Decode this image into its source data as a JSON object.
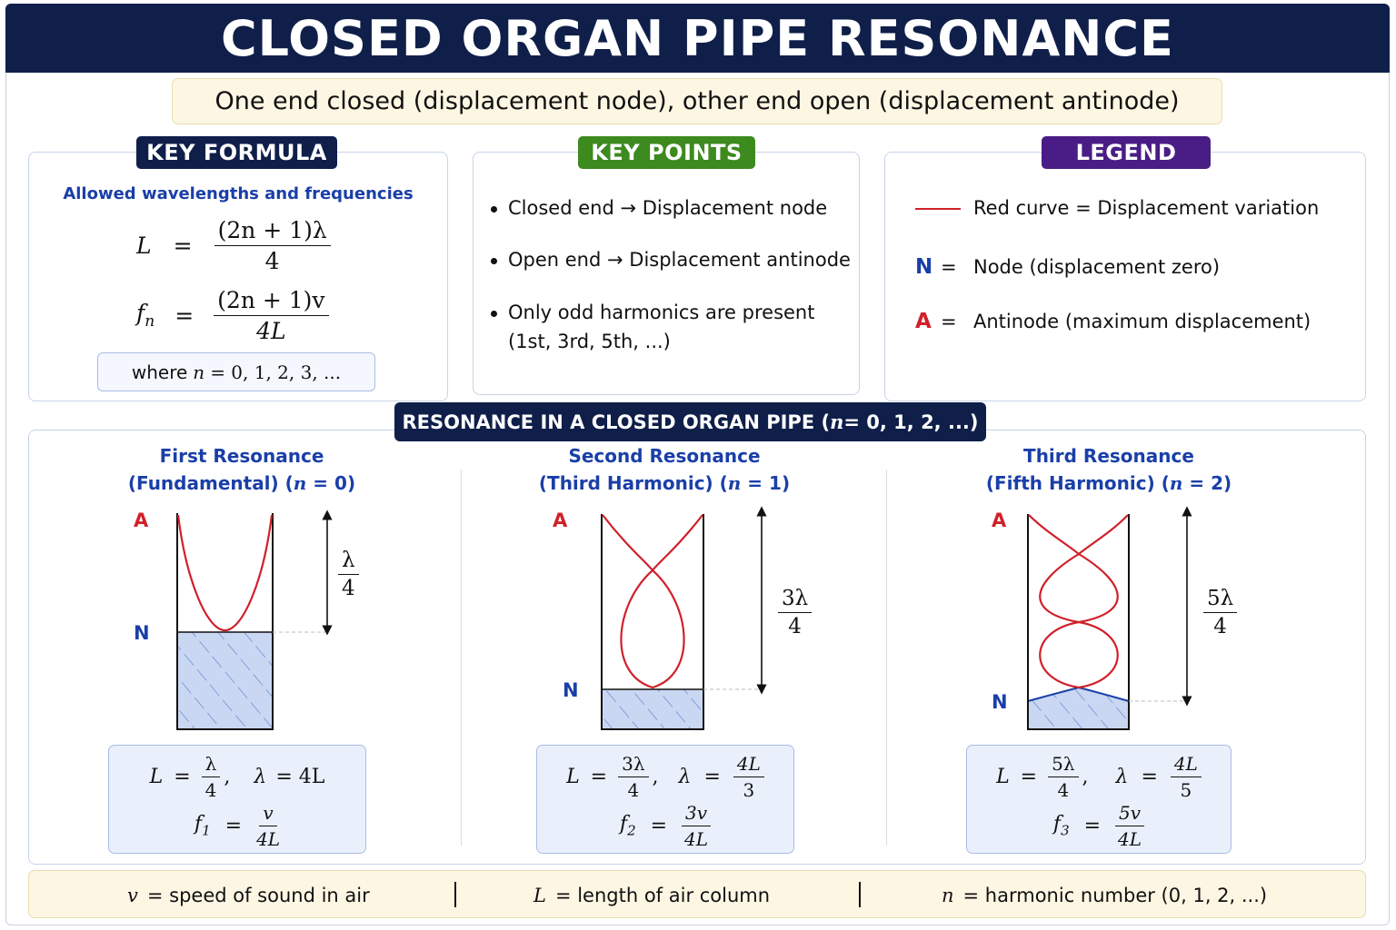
{
  "title": "CLOSED ORGAN PIPE RESONANCE",
  "subtitle": "One end closed (displacement node), other end open (displacement antinode)",
  "key_formula": {
    "heading": "KEY FORMULA",
    "caption": "Allowed wavelengths and frequencies",
    "eq1": {
      "lhs": "L",
      "num": "(2n + 1)λ",
      "den": "4"
    },
    "eq2": {
      "lhs": "f",
      "sub": "n",
      "num": "(2n + 1)v",
      "den": "4L"
    },
    "where_label": "where",
    "where_var": "n",
    "where_values": "= 0, 1, 2, 3, ..."
  },
  "key_points": {
    "heading": "KEY POINTS",
    "items": [
      "Closed end → Displacement node",
      "Open end → Displacement antinode",
      "Only odd harmonics are present"
    ],
    "item3_cont": "(1st, 3rd, 5th, ...)"
  },
  "legend": {
    "heading": "LEGEND",
    "red_curve": "Red curve = Displacement variation",
    "n_symbol": "N",
    "n_text": "Node (displacement zero)",
    "a_symbol": "A",
    "a_text": "Antinode (maximum displacement)",
    "equals": "="
  },
  "resonance_section": {
    "heading_text": "RESONANCE IN A CLOSED ORGAN PIPE (",
    "heading_var": "n",
    "heading_vals": " = 0, 1, 2, ...)",
    "cases": [
      {
        "title1": "First Resonance",
        "title2_pre": "(Fundamental) (",
        "title2_var": "n",
        "title2_post": " = 0)",
        "length_num": "λ",
        "length_den": "4",
        "L_num": "λ",
        "L_den": "4",
        "lambda_eq": "= 4L",
        "f_sub": "1",
        "f_num": "v",
        "f_den": "4L"
      },
      {
        "title1": "Second Resonance",
        "title2_pre": "(Third Harmonic) (",
        "title2_var": "n",
        "title2_post": " = 1)",
        "length_num": "3λ",
        "length_den": "4",
        "L_num": "3λ",
        "L_den": "4",
        "lambda_num": "4L",
        "lambda_den": "3",
        "f_sub": "2",
        "f_num": "3v",
        "f_den": "4L"
      },
      {
        "title1": "Third Resonance",
        "title2_pre": "(Fifth Harmonic) (",
        "title2_var": "n",
        "title2_post": " = 2)",
        "length_num": "5λ",
        "length_den": "4",
        "L_num": "5λ",
        "L_den": "4",
        "lambda_num": "4L",
        "lambda_den": "5",
        "f_sub": "3",
        "f_num": "5v",
        "f_den": "4L"
      }
    ],
    "label_A": "A",
    "label_N": "N"
  },
  "footer": {
    "v_var": "v",
    "v_text": "= speed of sound in air",
    "L_var": "L",
    "L_text": "= length of air column",
    "n_var": "n",
    "n_text": "= harmonic number (0, 1, 2, ...)"
  },
  "colors": {
    "navy": "#0f1f4a",
    "green": "#3d8a1f",
    "purple": "#4a1d86",
    "red": "#d0202a",
    "blue": "#1a3fa8",
    "water": "#c9d7f2"
  }
}
